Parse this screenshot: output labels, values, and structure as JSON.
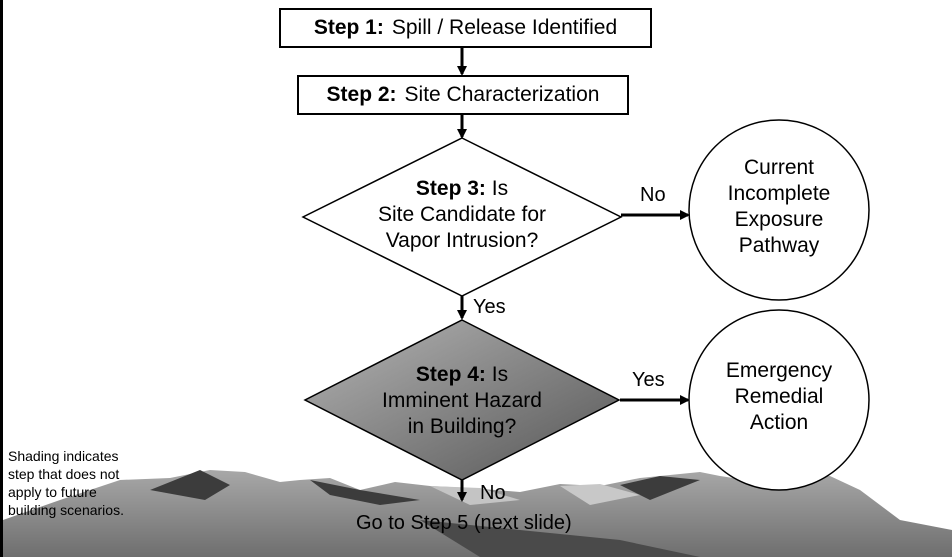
{
  "step1": {
    "label": "Step 1:",
    "text": "Spill / Release Identified"
  },
  "step2": {
    "label": "Step 2:",
    "text": "Site Characterization"
  },
  "step3": {
    "label": "Step 3:",
    "line1": "Is",
    "line2": "Site Candidate for",
    "line3": "Vapor Intrusion?"
  },
  "step4": {
    "label": "Step 4:",
    "line1": "Is",
    "line2": "Imminent Hazard",
    "line3": "in Building?"
  },
  "outcome_a": {
    "line1": "Current",
    "line2": "Incomplete",
    "line3": "Exposure",
    "line4": "Pathway"
  },
  "outcome_b": {
    "line1": "Emergency",
    "line2": "Remedial",
    "line3": "Action"
  },
  "edges": {
    "no1": "No",
    "yes1": "Yes",
    "yes2": "Yes",
    "no2": "No"
  },
  "next": "Go to Step 5 (next slide)",
  "note": {
    "line1": "Shading indicates",
    "line2": "step that does not",
    "line3": "apply to future",
    "line4": "building scenarios."
  },
  "colors": {
    "diamond_dark": "#555555",
    "diamond_light": "#b5b5b5",
    "mountain": "#8a8a8a",
    "mountain_dark": "#3c3c3c"
  }
}
